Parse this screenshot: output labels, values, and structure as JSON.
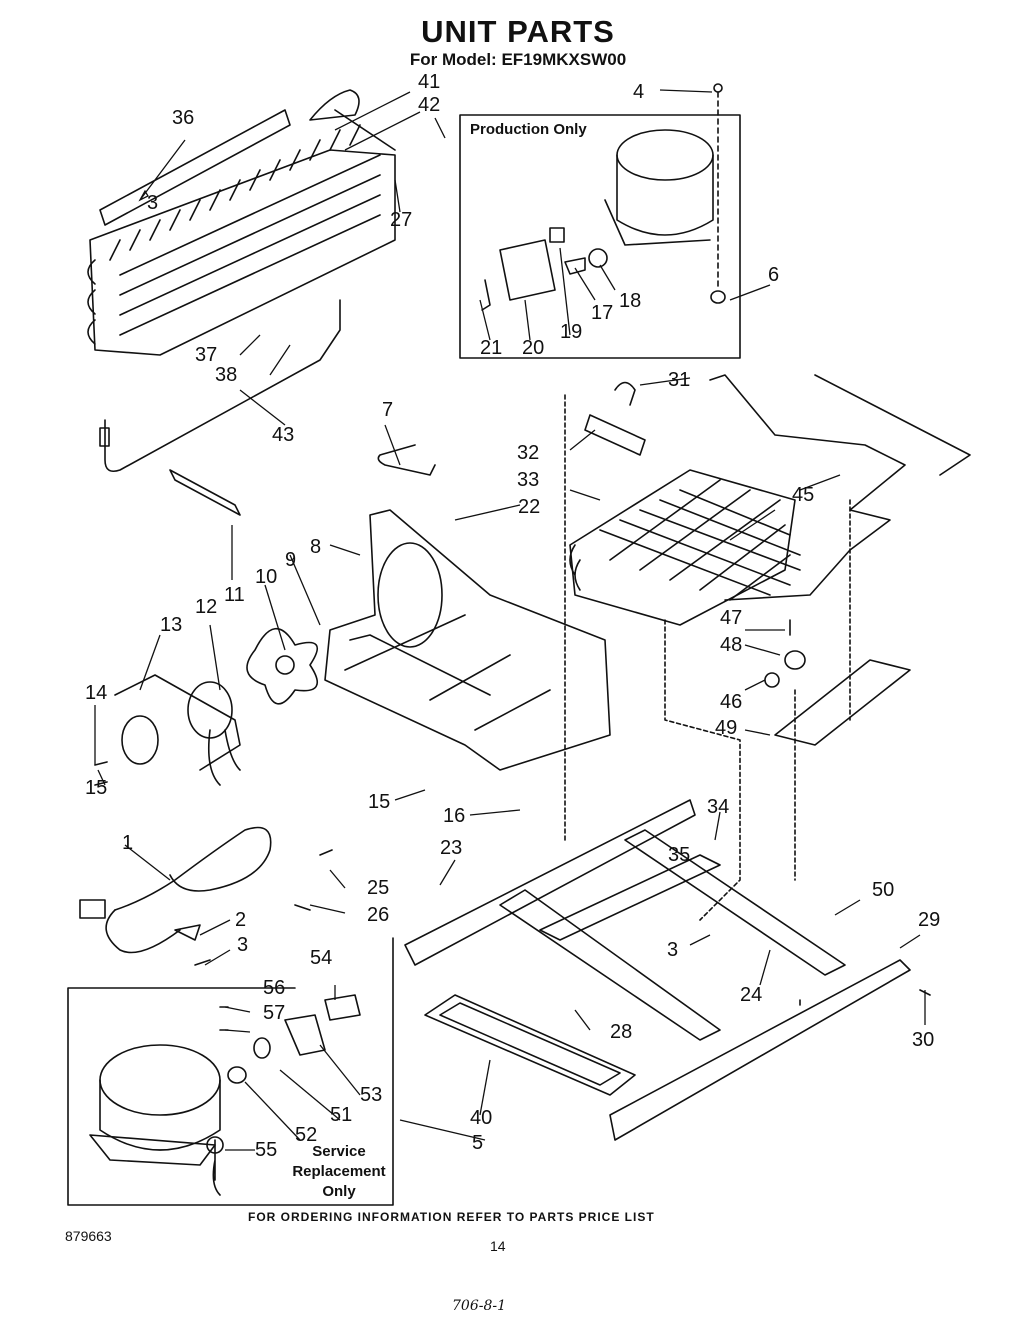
{
  "header": {
    "title": "UNIT PARTS",
    "model": "For Model: EF19MKXSW00"
  },
  "boxes": {
    "production_only": "Production Only",
    "service_line1": "Service",
    "service_line2": "Replacement",
    "service_line3": "Only"
  },
  "callouts": [
    "1",
    "2",
    "3",
    "3",
    "3",
    "4",
    "5",
    "6",
    "7",
    "8",
    "9",
    "10",
    "11",
    "12",
    "13",
    "14",
    "15",
    "15",
    "16",
    "17",
    "18",
    "19",
    "20",
    "21",
    "22",
    "23",
    "24",
    "25",
    "26",
    "27",
    "28",
    "29",
    "30",
    "31",
    "32",
    "33",
    "34",
    "35",
    "36",
    "37",
    "38",
    "40",
    "41",
    "42",
    "43",
    "45",
    "46",
    "47",
    "48",
    "49",
    "50",
    "51",
    "52",
    "53",
    "54",
    "55",
    "56",
    "57"
  ],
  "footer": {
    "ordering": "FOR ORDERING INFORMATION REFER TO PARTS PRICE LIST",
    "code": "879663",
    "page": "14",
    "handwritten": "706-8-1"
  }
}
